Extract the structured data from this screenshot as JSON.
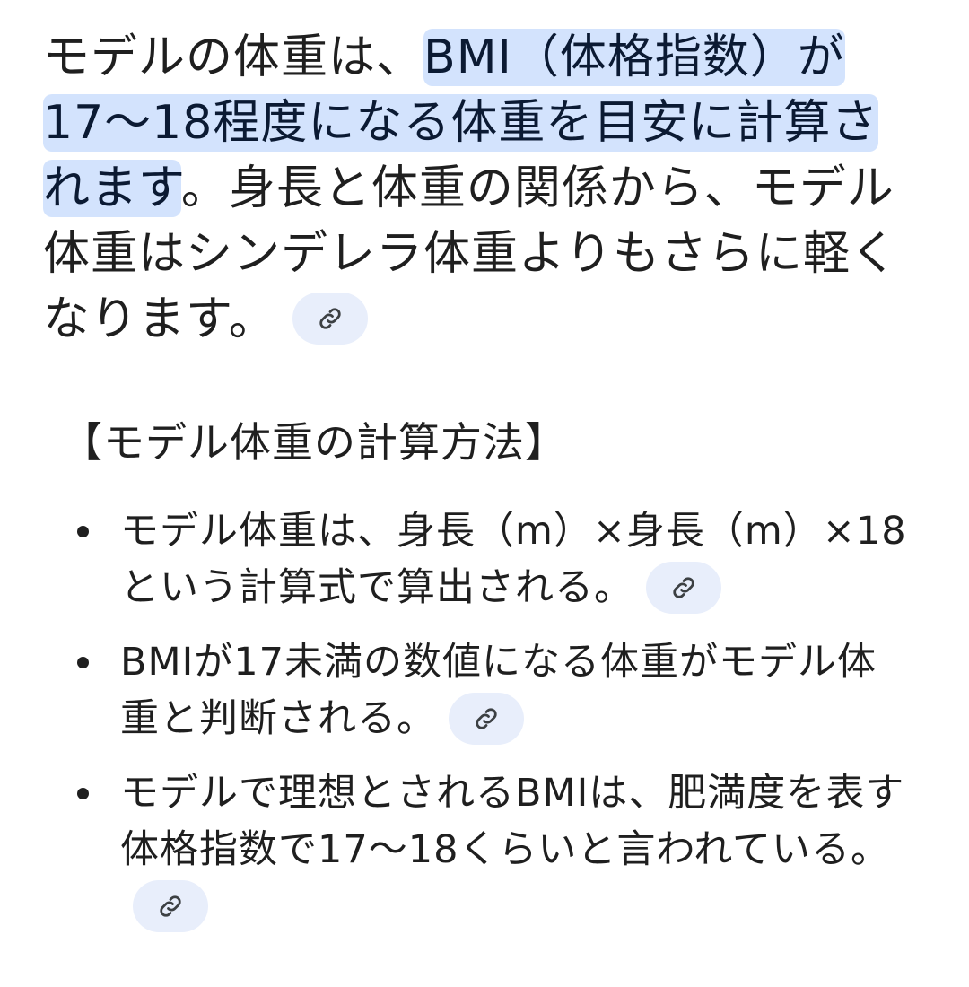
{
  "paragraph": {
    "text_before": "モデルの体重は、",
    "highlighted": "BMI（体格指数）が17〜18程度になる体重を目安に計算されます",
    "text_after": "。身長と体重の関係から、モデル体重はシンデレラ体重よりもさらに軽くなります。"
  },
  "section": {
    "heading": "【モデル体重の計算方法】"
  },
  "bullets": [
    {
      "text": "モデル体重は、身長（m）×身長（m）×18という計算式で算出される。"
    },
    {
      "text": "BMIが17未満の数値になる体重がモデル体重と判断される。"
    },
    {
      "text": "モデルで理想とされるBMIは、肥満度を表す体格指数で17〜18くらいと言われている。"
    }
  ],
  "icons": {
    "link": "link-icon"
  },
  "colors": {
    "highlight": "#d3e3fd",
    "chip_background": "#e8eefb",
    "text": "#1f1f1f"
  }
}
